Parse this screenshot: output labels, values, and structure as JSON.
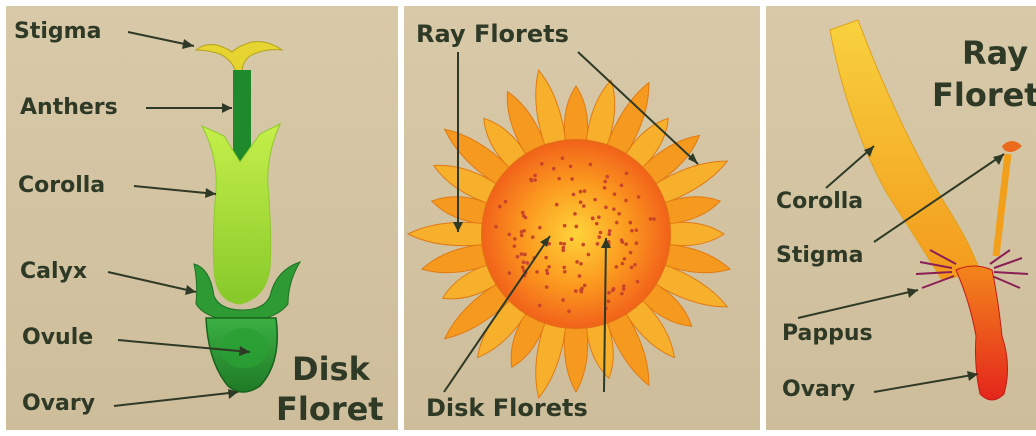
{
  "panels": {
    "disk": {
      "labels": {
        "stigma": "Stigma",
        "anthers": "Anthers",
        "corolla": "Corolla",
        "calyx": "Calyx",
        "ovule": "Ovule",
        "ovary": "Ovary"
      },
      "title_line1": "Disk",
      "title_line2": "Floret"
    },
    "head": {
      "labels": {
        "ray_florets": "Ray Florets",
        "disk_florets": "Disk Florets"
      }
    },
    "ray": {
      "title_line1": "Ray",
      "title_line2": "Floret",
      "labels": {
        "corolla": "Corolla",
        "stigma": "Stigma",
        "pappus": "Pappus",
        "ovary": "Ovary"
      }
    }
  },
  "colors": {
    "background": "#d3c4a3",
    "label_text": "#2f3a26",
    "petal_orange": "#f59a1e",
    "petal_yellow": "#f7c93a",
    "disk_center": "#f77a18",
    "floret_green": "#2c8b2e",
    "floret_lightgreen": "#b6e23a",
    "ovary_red": "#e4251c"
  }
}
